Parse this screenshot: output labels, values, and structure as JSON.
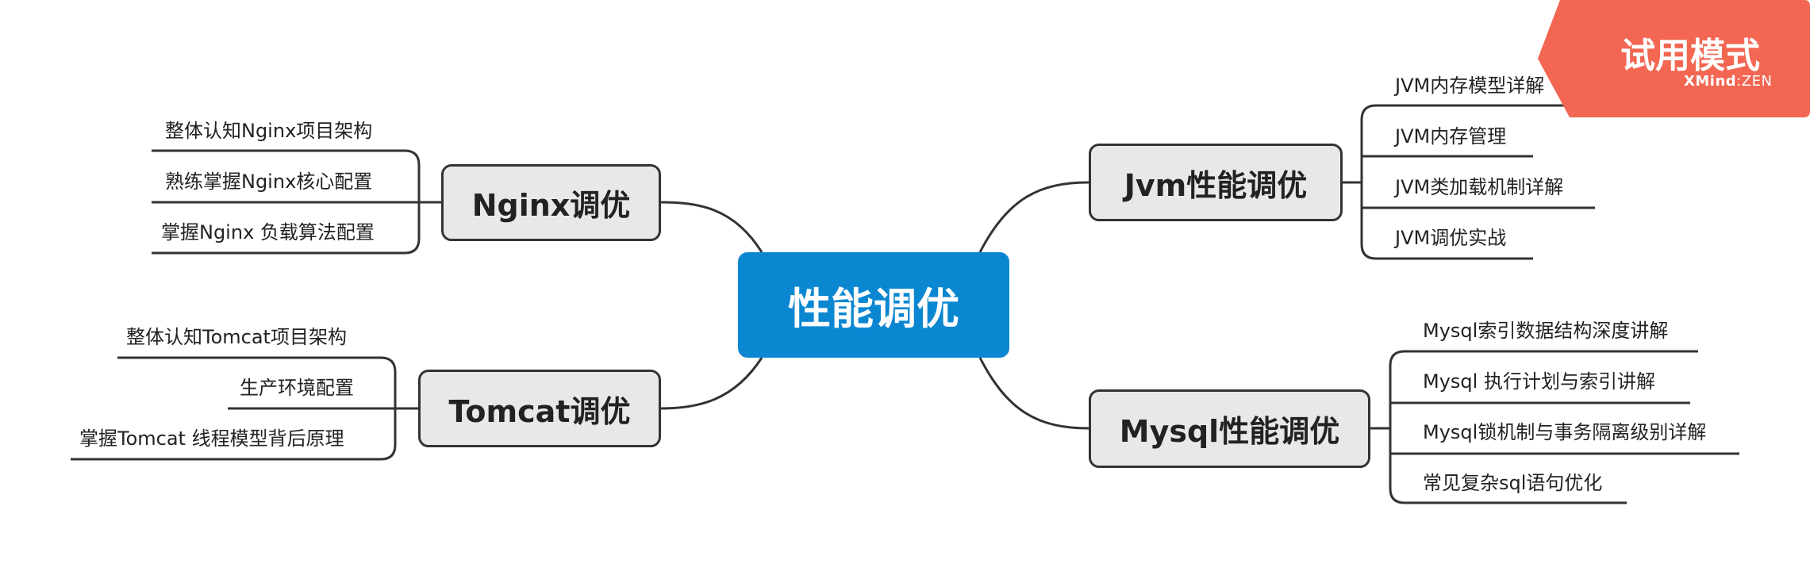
{
  "mindmap": {
    "root": "性能调优",
    "branches": [
      {
        "id": "nginx",
        "label": "Nginx调优",
        "children": [
          "整体认知Nginx项目架构",
          "熟练掌握Nginx核心配置",
          "掌握Nginx 负载算法配置"
        ]
      },
      {
        "id": "tomcat",
        "label": "Tomcat调优",
        "children": [
          "整体认知Tomcat项目架构",
          "生产环境配置",
          "掌握Tomcat 线程模型背后原理"
        ]
      },
      {
        "id": "jvm",
        "label": "Jvm性能调优",
        "children": [
          "JVM内存模型详解",
          "JVM内存管理",
          "JVM类加载机制详解",
          "JVM调优实战"
        ]
      },
      {
        "id": "mysql",
        "label": "Mysql性能调优",
        "children": [
          "Mysql索引数据结构深度讲解",
          "Mysql 执行计划与索引讲解",
          "Mysql锁机制与事务隔离级别详解",
          "常见复杂sql语句优化"
        ]
      }
    ]
  },
  "trial_badge": {
    "title": "试用模式",
    "brand_strong": "XMind",
    "brand_rest": ":ZEN",
    "color": "#f26652"
  },
  "colors": {
    "root_fill": "#0b87d1",
    "topic_fill": "#e8e8e8",
    "line": "#333333"
  }
}
